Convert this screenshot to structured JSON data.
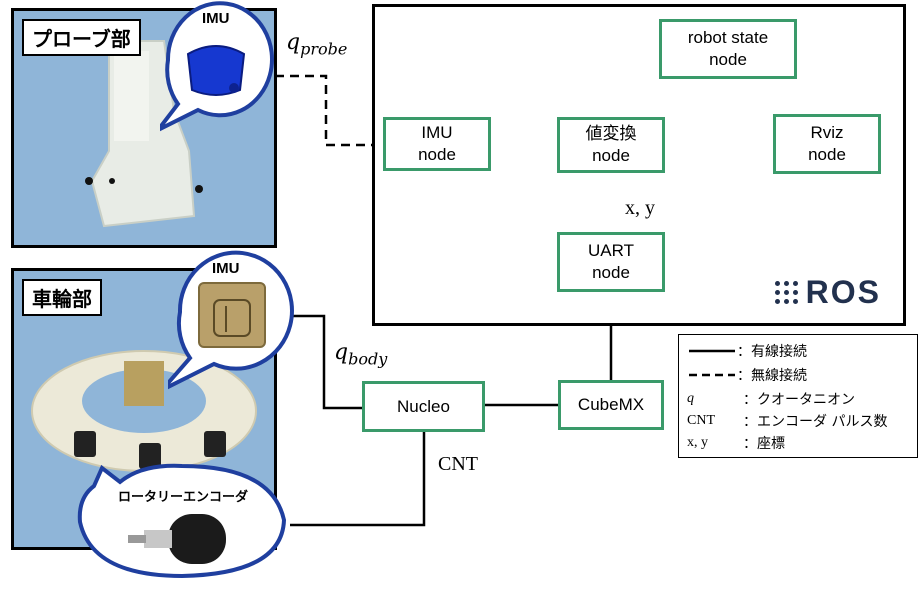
{
  "photos": {
    "probe": {
      "label": "プローブ部"
    },
    "wheel": {
      "label": "車輪部"
    }
  },
  "callouts": {
    "imu_probe": "IMU",
    "imu_body": "IMU",
    "encoder": "ロータリーエンコーダ"
  },
  "nodes": {
    "imu": [
      "IMU",
      "node"
    ],
    "convert": [
      "値変換",
      "node"
    ],
    "rviz": [
      "Rviz",
      "node"
    ],
    "robot_state": [
      "robot state",
      "node"
    ],
    "uart": [
      "UART",
      "node"
    ],
    "nucleo": "Nucleo",
    "cubemx": "CubeMX"
  },
  "edge_labels": {
    "q_probe_base": "q",
    "q_probe_sub": "probe",
    "q_body_base": "q",
    "q_body_sub": "body",
    "cnt": "CNT",
    "xy": "x, y"
  },
  "ros_logo": "ROS",
  "legend": {
    "solid": "有線接続",
    "dashed": "無線接続",
    "rows": [
      {
        "sym": "q",
        "desc": "：クオータニオン"
      },
      {
        "sym": "CNT",
        "desc": "：エンコーダ パルス数"
      },
      {
        "sym": "x, y",
        "desc": "：座標"
      }
    ],
    "sep": "："
  },
  "colors": {
    "node_border": "#3a9a6a",
    "photo_bg": "#8fb5d8",
    "ros": "#22314e",
    "callout_border": "#1f3f9f"
  }
}
